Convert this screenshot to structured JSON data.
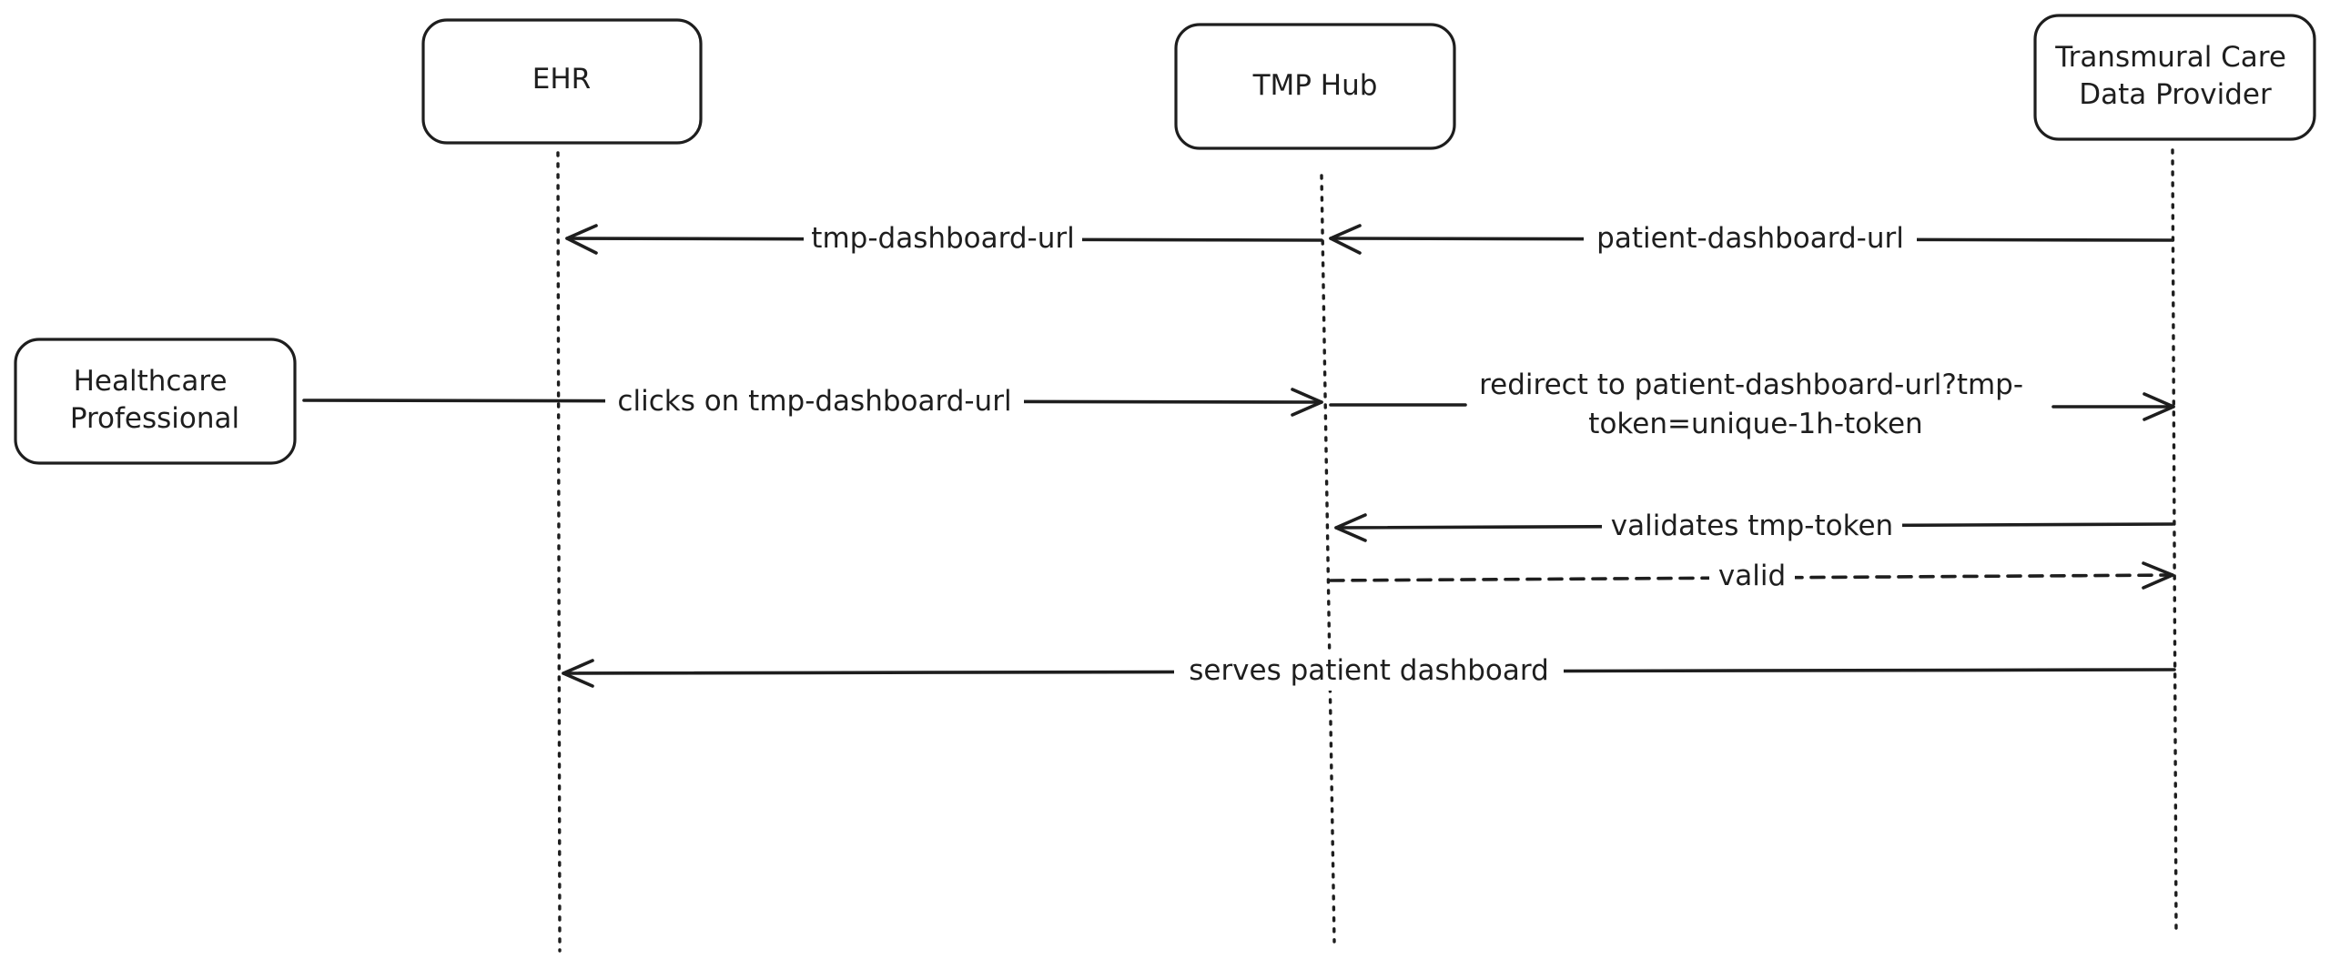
{
  "participants": [
    {
      "id": "ehr",
      "label": [
        "EHR"
      ]
    },
    {
      "id": "hub",
      "label": [
        "TMP Hub"
      ]
    },
    {
      "id": "provider",
      "label": [
        "Transmural Care",
        "Data Provider"
      ]
    },
    {
      "id": "professional",
      "label": [
        "Healthcare",
        "Professional"
      ]
    }
  ],
  "messages": [
    {
      "id": "msg-patient-dashboard-url",
      "from": "provider",
      "to": "hub",
      "style": "solid",
      "label": [
        "patient-dashboard-url"
      ]
    },
    {
      "id": "msg-tmp-dashboard-url",
      "from": "hub",
      "to": "ehr",
      "style": "solid",
      "label": [
        "tmp-dashboard-url"
      ]
    },
    {
      "id": "msg-clicks",
      "from": "professional",
      "to": "hub",
      "style": "solid",
      "label": [
        "clicks on tmp-dashboard-url"
      ]
    },
    {
      "id": "msg-redirect",
      "from": "hub",
      "to": "provider",
      "style": "solid",
      "label": [
        "redirect to patient-dashboard-url?tmp-",
        "token=unique-1h-token"
      ]
    },
    {
      "id": "msg-validates",
      "from": "provider",
      "to": "hub",
      "style": "solid",
      "label": [
        "validates tmp-token"
      ]
    },
    {
      "id": "msg-valid",
      "from": "hub",
      "to": "provider",
      "style": "dashed",
      "label": [
        "valid"
      ]
    },
    {
      "id": "msg-serves",
      "from": "provider",
      "to": "ehr",
      "style": "solid",
      "label": [
        "serves patient dashboard"
      ]
    }
  ]
}
